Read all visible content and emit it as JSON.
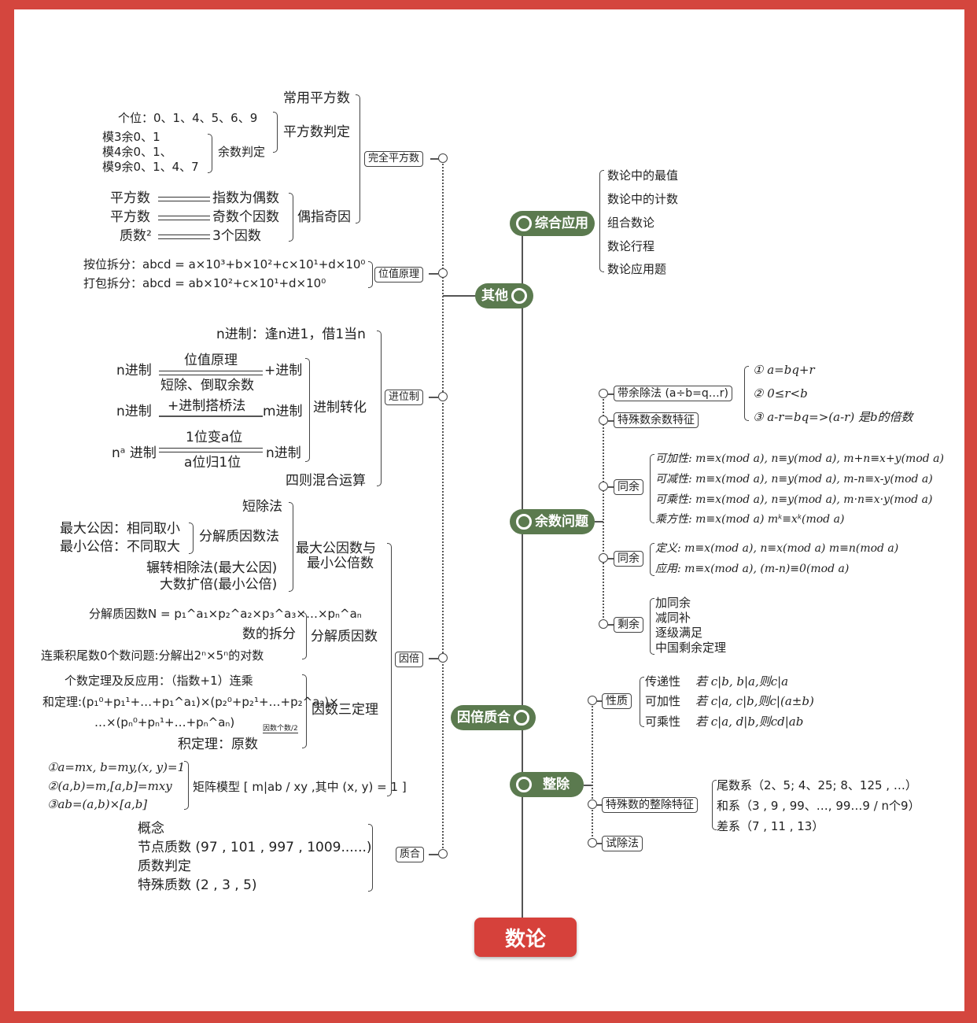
{
  "root": "数论",
  "branches": {
    "zonghe": "综合应用",
    "qita": "其他",
    "yushu": "余数问题",
    "yinbei": "因倍质合",
    "zhengchu": "整除"
  },
  "qita": {
    "wanquan_box": "完全平方数",
    "changyong": "常用平方数",
    "pingfang_pd": "平方数判定",
    "ouzhi": "偶指奇因",
    "gewei": "个位：0、1、4、5、6、9",
    "mo3": "模3余0、1",
    "mo4": "模4余0、1、",
    "mo9": "模9余0、1、4、7",
    "yushu_pd": "余数判定",
    "pairs": [
      [
        "平方数",
        "指数为偶数"
      ],
      [
        "平方数",
        "奇数个因数"
      ],
      [
        "质数²",
        "3个因数"
      ]
    ],
    "weizhi_box": "位值原理",
    "anwei": "按位拆分：abcd = a×10³+b×10²+c×10¹+d×10⁰",
    "dabao": "打包拆分：abcd = ab×10²+c×10¹+d×10⁰",
    "jinwei_box": "进位制",
    "njinzhi": "n进制：逢n进1，借1当n",
    "zhuanhua": "进制转化",
    "sizhe": "四则混合运算",
    "r1": {
      "l": "n进制",
      "top": "位值原理",
      "bot": "短除、倒取余数",
      "r": "+进制"
    },
    "r2": {
      "l": "n进制",
      "top": "+进制搭桥法",
      "r": "m进制"
    },
    "r3": {
      "l": "nᵃ 进制",
      "top": "1位变a位",
      "bot": "a位归1位",
      "r": "n进制"
    }
  },
  "yinbei": {
    "box": "因倍",
    "duanchu": "短除法",
    "gongyin": "最大公因：相同取小",
    "gongbei": "最小公倍：不同取大",
    "fenjiefa": "分解质因数法",
    "zhanzhuan": "辗转相除法(最大公因)",
    "dashu": "大数扩倍(最小公倍)",
    "gcd1": "最大公因数与",
    "gcd2": "最小公倍数",
    "fenjie_n": "分解质因数N = p₁^a₁×p₂^a₂×p₃^a₃×…×pₙ^aₙ",
    "chaifen": "数的拆分",
    "lianc": "连乘积尾数0个数问题:分解出2ⁿ×5ⁿ的对数",
    "fenjie": "分解质因数",
    "geshu": "个数定理及反应用：（指数+1）连乘",
    "he1": "和定理:(p₁⁰+p₁¹+…+p₁^a₁)×(p₂⁰+p₂¹+…+p₂^a₂)×",
    "he2": "…×(pₙ⁰+pₙ¹+…+pₙ^aₙ)",
    "ji": "积定理：原数",
    "ji_exp": "因数个数/2",
    "sandingli": "因数三定理",
    "m1": "①a=mx, b=my,(x, y)=1",
    "m2": "②(a,b)=m,[a,b]=mxy",
    "m3": "③ab=(a,b)×[a,b]",
    "juzhen": "矩阵模型 [ m|ab / xy ,其中 (x, y) = 1 ]"
  },
  "zhihe": {
    "box": "质合",
    "items": [
      "概念",
      "节点质数 (97 , 101 , 997 , 1009......)",
      "质数判定",
      "特殊质数 (2 , 3 , 5)"
    ]
  },
  "zonghe": {
    "items": [
      "数论中的最值",
      "数论中的计数",
      "组合数论",
      "数论行程",
      "数论应用题"
    ]
  },
  "yushu": {
    "daiyu_box": "带余除法 (a÷b=q…r)",
    "daiyu": [
      "① a=bq+r",
      "② 0≤r<b",
      "③ a-r=bq=>(a-r) 是b的倍数"
    ],
    "teshu_box": "特殊数余数特征",
    "tongyu1_box": "同余",
    "tongyu1": [
      "可加性: m≡x(mod a), n≡y(mod a), m+n≡x+y(mod a)",
      "可减性: m≡x(mod a), n≡y(mod a), m-n≡x-y(mod a)",
      "可乘性: m≡x(mod a), n≡y(mod a), m·n≡x·y(mod a)",
      "乘方性: m≡x(mod a)    mᵏ≡xᵏ(mod a)"
    ],
    "tongyu2_box": "同余",
    "tongyu2": [
      "定义: m≡x(mod a), n≡x(mod a)   m≡n(mod a)",
      "应用: m≡x(mod a), (m-n)≡0(mod a)"
    ],
    "shengyu_box": "剩余",
    "shengyu": [
      "加同余",
      "减同补",
      "逐级满足",
      "中国剩余定理"
    ]
  },
  "zhengchu": {
    "xingzhi_box": "性质",
    "xingzhi": [
      [
        "传递性",
        "若 c|b, b|a,则c|a"
      ],
      [
        "可加性",
        "若 c|a, c|b,则c|(a±b)"
      ],
      [
        "可乘性",
        "若 c|a, d|b,则cd|ab"
      ]
    ],
    "tezheng_box": "特殊数的整除特征",
    "tezheng": [
      "尾数系（2、5; 4、25; 8、125 , …）",
      "和系（3 , 9 , 99、…, 99…9 / n个9）",
      "差系（7 , 11 , 13）"
    ],
    "shichu_box": "试除法"
  },
  "colors": {
    "frame": "#d4463e",
    "branch": "#5b7a4f",
    "root": "#d6413b"
  }
}
